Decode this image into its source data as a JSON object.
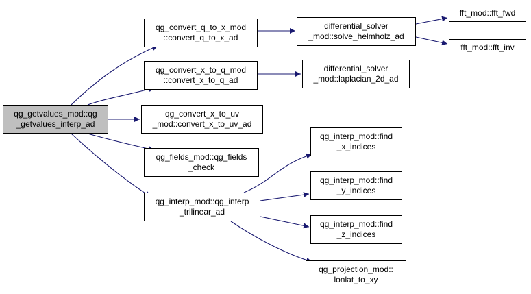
{
  "colors": {
    "edge": "#191970",
    "root_fill": "#bfbfbf",
    "node_fill": "#ffffff",
    "border": "#000000"
  },
  "nodes": {
    "root": {
      "line1": "qg_getvalues_mod::qg",
      "line2": "_getvalues_interp_ad"
    },
    "q_to_x": {
      "line1": "qg_convert_q_to_x_mod",
      "line2": "::convert_q_to_x_ad"
    },
    "x_to_q": {
      "line1": "qg_convert_x_to_q_mod",
      "line2": "::convert_x_to_q_ad"
    },
    "x_to_uv": {
      "line1": "qg_convert_x_to_uv",
      "line2": "_mod::convert_x_to_uv_ad"
    },
    "fields": {
      "line1": "qg_fields_mod::qg_fields",
      "line2": "_check"
    },
    "interp": {
      "line1": "qg_interp_mod::qg_interp",
      "line2": "_trilinear_ad"
    },
    "helmholtz": {
      "line1": "differential_solver",
      "line2": "_mod::solve_helmholz_ad"
    },
    "laplacian": {
      "line1": "differential_solver",
      "line2": "_mod::laplacian_2d_ad"
    },
    "fft_fwd": {
      "line1": "fft_mod::fft_fwd"
    },
    "fft_inv": {
      "line1": "fft_mod::fft_inv"
    },
    "find_x": {
      "line1": "qg_interp_mod::find",
      "line2": "_x_indices"
    },
    "find_y": {
      "line1": "qg_interp_mod::find",
      "line2": "_y_indices"
    },
    "find_z": {
      "line1": "qg_interp_mod::find",
      "line2": "_z_indices"
    },
    "lonlat": {
      "line1": "qg_projection_mod::",
      "line2": "lonlat_to_xy"
    }
  },
  "edges": [
    [
      "root",
      "q_to_x"
    ],
    [
      "root",
      "x_to_q"
    ],
    [
      "root",
      "x_to_uv"
    ],
    [
      "root",
      "fields"
    ],
    [
      "root",
      "interp"
    ],
    [
      "q_to_x",
      "helmholtz"
    ],
    [
      "helmholtz",
      "fft_fwd"
    ],
    [
      "helmholtz",
      "fft_inv"
    ],
    [
      "x_to_q",
      "laplacian"
    ],
    [
      "interp",
      "find_x"
    ],
    [
      "interp",
      "find_y"
    ],
    [
      "interp",
      "find_z"
    ],
    [
      "interp",
      "lonlat"
    ]
  ]
}
